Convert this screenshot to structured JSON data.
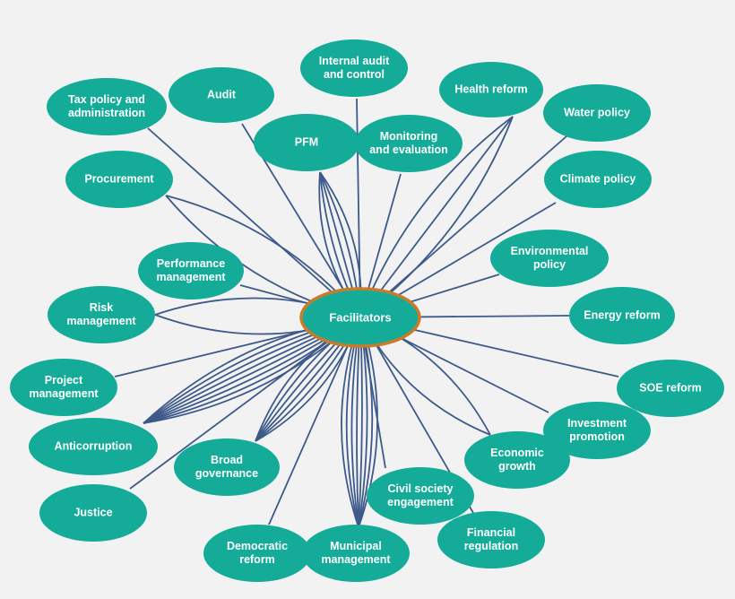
{
  "hub": {
    "label": "Facilitators"
  },
  "nodes": [
    {
      "id": "internal-audit",
      "label": [
        "Internal audit",
        "and control"
      ],
      "links": 1
    },
    {
      "id": "tax-policy",
      "label": [
        "Tax policy and",
        "administration"
      ],
      "links": 1
    },
    {
      "id": "audit",
      "label": [
        "Audit"
      ],
      "links": 1
    },
    {
      "id": "health-reform",
      "label": [
        "Health reform"
      ],
      "links": 3
    },
    {
      "id": "water-policy",
      "label": [
        "Water policy"
      ],
      "links": 1
    },
    {
      "id": "pfm",
      "label": [
        "PFM"
      ],
      "links": 5
    },
    {
      "id": "monitoring-evaluation",
      "label": [
        "Monitoring",
        "and evaluation"
      ],
      "links": 1
    },
    {
      "id": "procurement",
      "label": [
        "Procurement"
      ],
      "links": 2
    },
    {
      "id": "climate-policy",
      "label": [
        "Climate policy"
      ],
      "links": 1
    },
    {
      "id": "performance-management",
      "label": [
        "Performance",
        "management"
      ],
      "links": 1
    },
    {
      "id": "environmental-policy",
      "label": [
        "Environmental",
        "policy"
      ],
      "links": 1
    },
    {
      "id": "risk-management",
      "label": [
        "Risk",
        "management"
      ],
      "links": 2
    },
    {
      "id": "energy-reform",
      "label": [
        "Energy reform"
      ],
      "links": 1
    },
    {
      "id": "project-management",
      "label": [
        "Project",
        "management"
      ],
      "links": 1
    },
    {
      "id": "soe-reform",
      "label": [
        "SOE reform"
      ],
      "links": 1
    },
    {
      "id": "investment-promotion",
      "label": [
        "Investment",
        "promotion"
      ],
      "links": 1
    },
    {
      "id": "anticorruption",
      "label": [
        "Anticorruption"
      ],
      "links": 8
    },
    {
      "id": "economic-growth",
      "label": [
        "Economic",
        "growth"
      ],
      "links": 2
    },
    {
      "id": "broad-governance",
      "label": [
        "Broad",
        "governance"
      ],
      "links": 6
    },
    {
      "id": "civil-society-engagement",
      "label": [
        "Civil society",
        "engagement"
      ],
      "links": 1
    },
    {
      "id": "justice",
      "label": [
        "Justice"
      ],
      "links": 1
    },
    {
      "id": "financial-regulation",
      "label": [
        "Financial",
        "regulation"
      ],
      "links": 1
    },
    {
      "id": "democratic-reform",
      "label": [
        "Democratic",
        "reform"
      ],
      "links": 1
    },
    {
      "id": "municipal-management",
      "label": [
        "Municipal",
        "management"
      ],
      "links": 8
    }
  ]
}
